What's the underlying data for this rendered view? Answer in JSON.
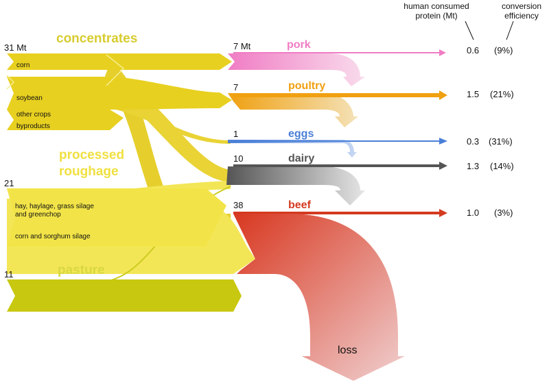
{
  "header": {
    "protein_label_line1": "human consumed",
    "protein_label_line2": "protein (Mt)",
    "efficiency_label_line1": "conversion",
    "efficiency_label_line2": "efficiency"
  },
  "feeds": {
    "concentrates": {
      "title": "concentrates",
      "amount": "31 Mt",
      "items": [
        "corn",
        "soybean",
        "other crops",
        "byproducts"
      ]
    },
    "roughage": {
      "title_line1": "processed",
      "title_line2": "roughage",
      "amount": "21",
      "items": [
        "hay, haylage, grass silage",
        "and greenchop",
        "corn and sorghum silage"
      ]
    },
    "pasture": {
      "title": "pasture",
      "amount": "11"
    }
  },
  "products": [
    {
      "key": "pork",
      "name": "pork",
      "intake": "7 Mt",
      "protein": "0.6",
      "efficiency": "(9%)",
      "color": "#f07cc4"
    },
    {
      "key": "poultry",
      "name": "poultry",
      "intake": "7",
      "protein": "1.5",
      "efficiency": "(21%)",
      "color": "#f0a010"
    },
    {
      "key": "eggs",
      "name": "eggs",
      "intake": "1",
      "protein": "0.3",
      "efficiency": "(31%)",
      "color": "#4a7fd8"
    },
    {
      "key": "dairy",
      "name": "dairy",
      "intake": "10",
      "protein": "1.3",
      "efficiency": "(14%)",
      "color": "#555555"
    },
    {
      "key": "beef",
      "name": "beef",
      "intake": "38",
      "protein": "1.0",
      "efficiency": "(3%)",
      "color": "#d43a20"
    }
  ],
  "loss": {
    "label": "loss"
  },
  "colors": {
    "concentrates": "#e8d020",
    "roughage": "#f0e040",
    "pasture": "#c8c810",
    "feed_label": "#d8cc30",
    "loss": "#d84030"
  }
}
